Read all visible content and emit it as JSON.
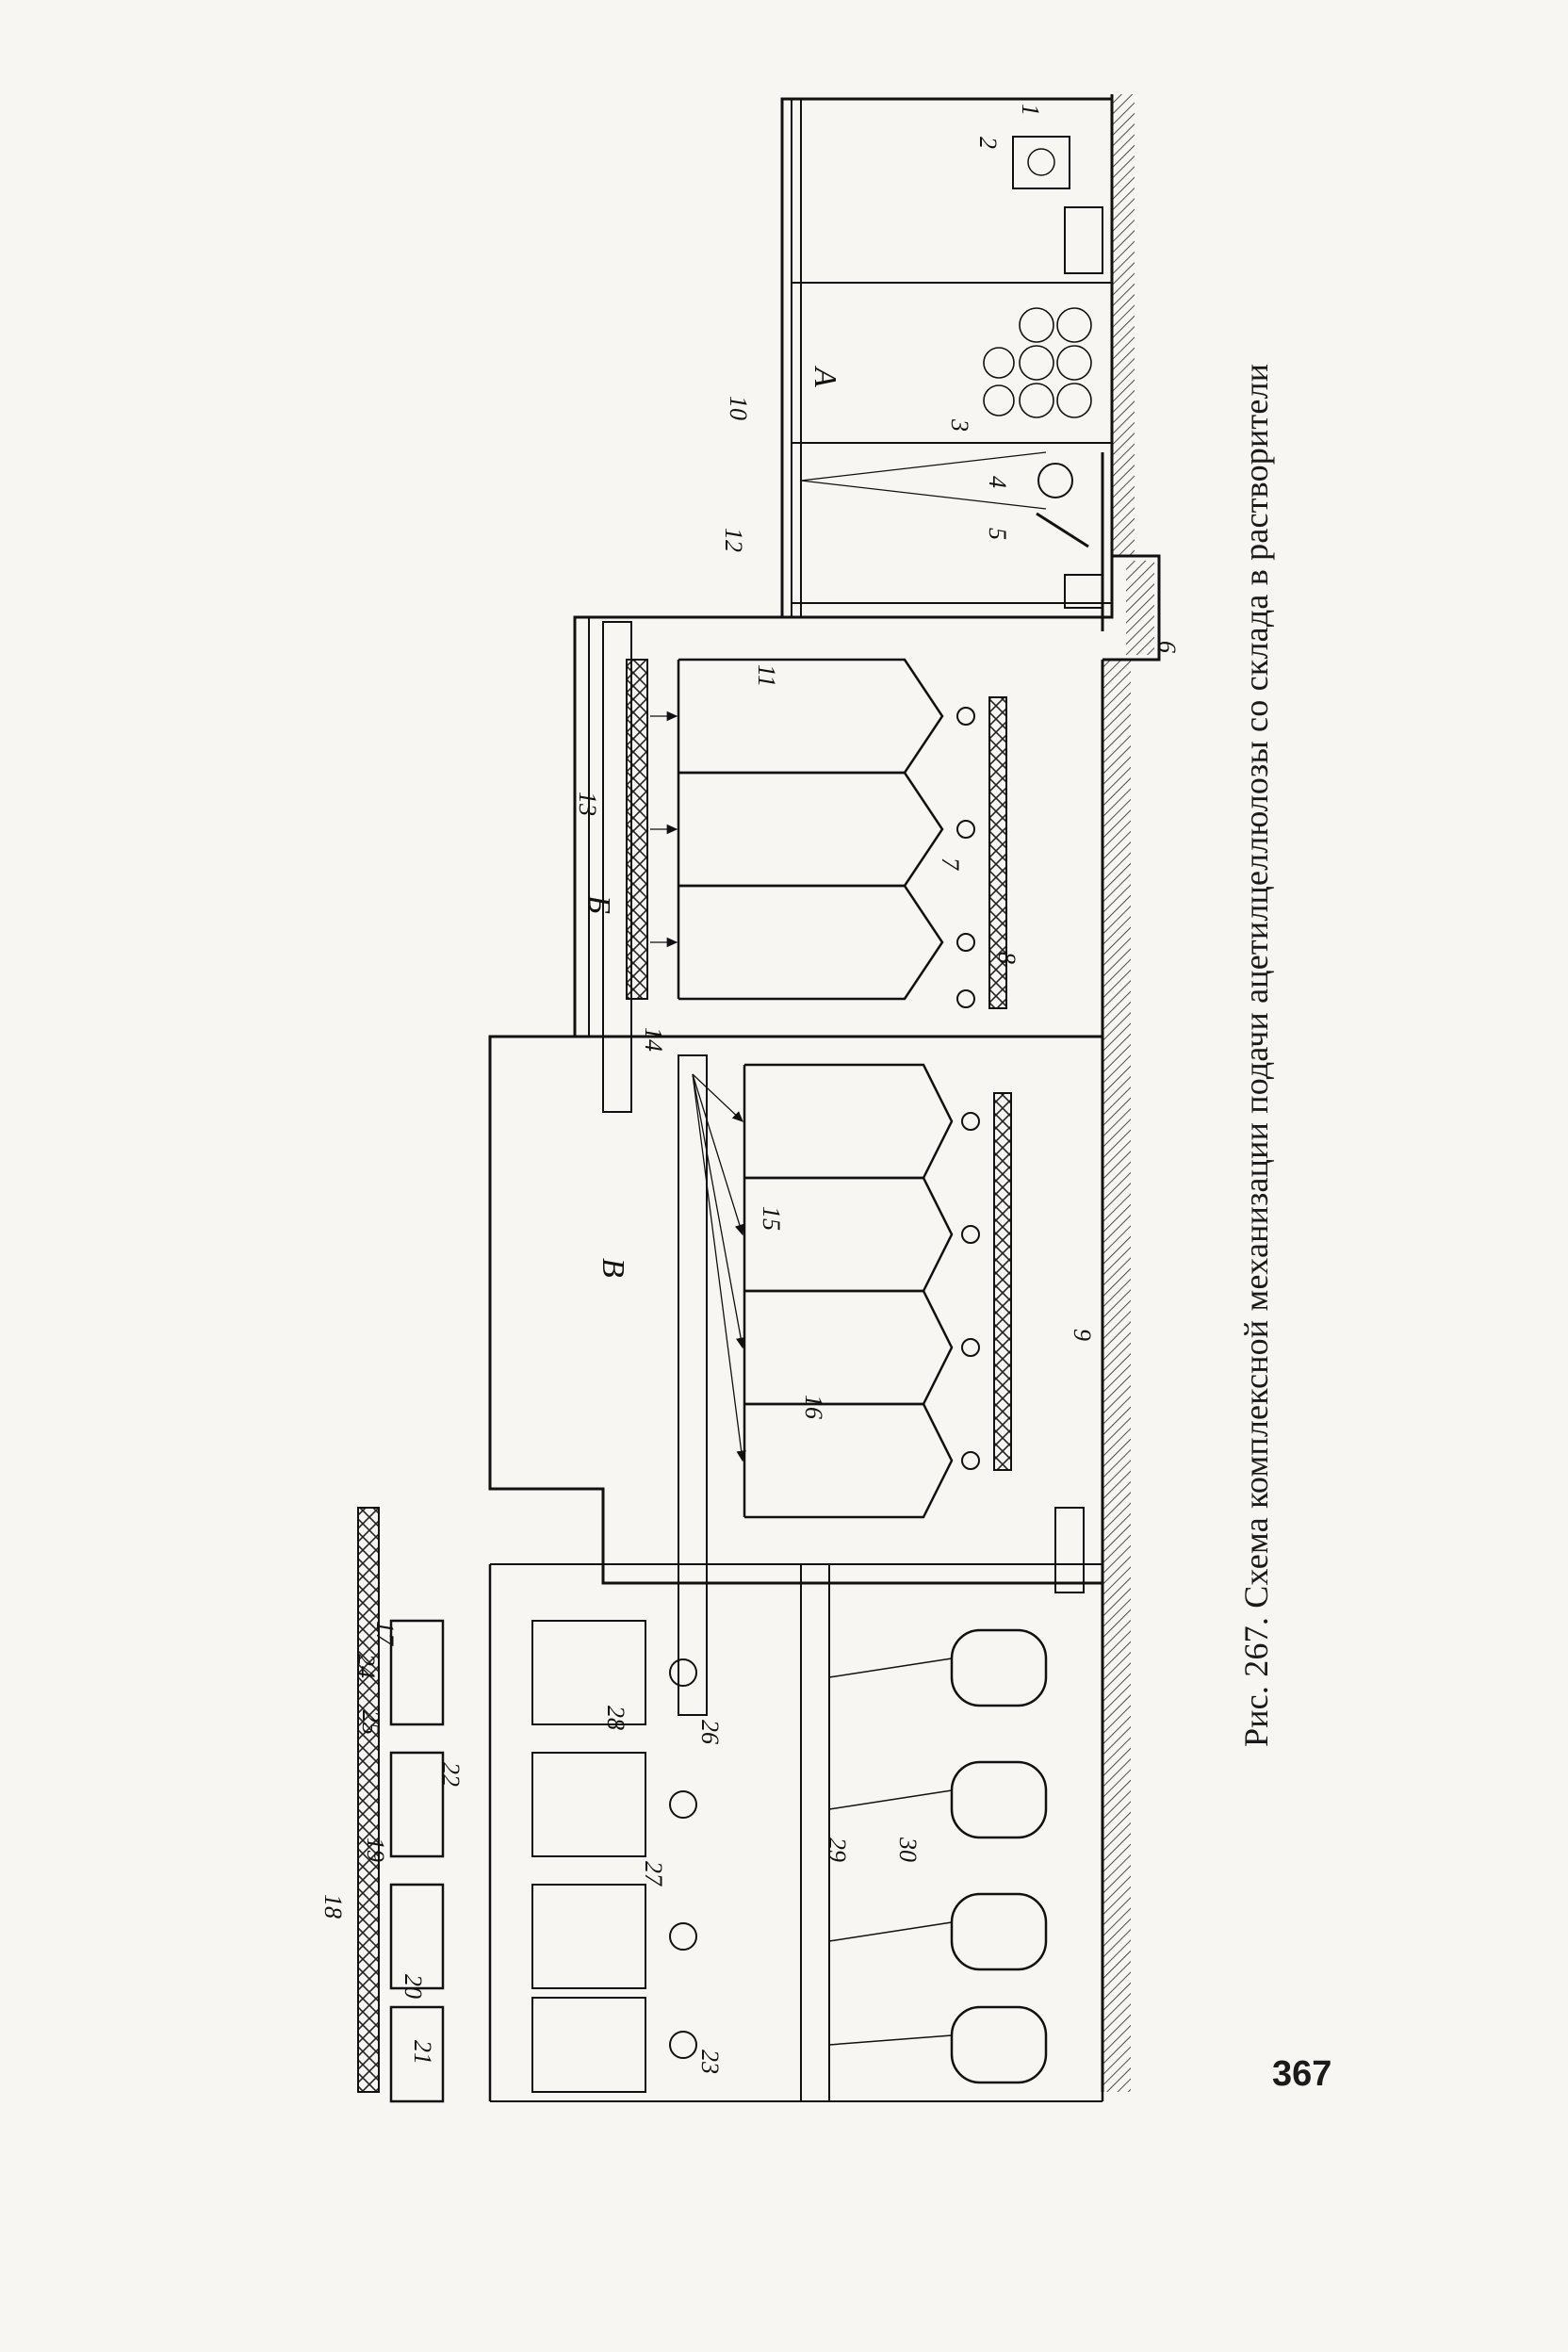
{
  "figure": {
    "caption": "Рис. 267. Схема комплексной механизации подачи ацетилцеллюлозы со склада в растворители",
    "rooms": {
      "a": "А",
      "b": "Б",
      "v": "В"
    },
    "labels": [
      "1",
      "2",
      "3",
      "4",
      "5",
      "6",
      "7",
      "8",
      "9",
      "10",
      "11",
      "12",
      "13",
      "14",
      "15",
      "16",
      "17",
      "18",
      "19",
      "20",
      "21",
      "22",
      "23",
      "24",
      "25",
      "26",
      "27",
      "28",
      "29",
      "30"
    ]
  },
  "page": {
    "number": "367"
  }
}
